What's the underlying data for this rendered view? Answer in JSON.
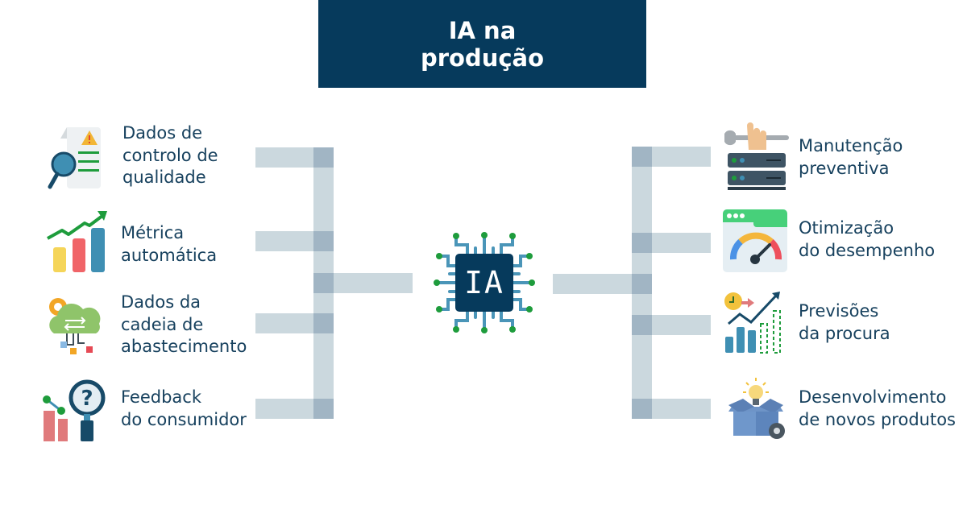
{
  "title": {
    "line1": "IA na",
    "line2": "produção"
  },
  "center": {
    "label": "IA",
    "icon": "ai-chip-icon"
  },
  "colors": {
    "title_bg": "#063a5c",
    "connector": "#cbd8de",
    "connector_joint": "#a1b5c4",
    "text": "#17415e",
    "chip_body": "#063a5c",
    "chip_traces": "#4a95b8",
    "chip_nodes": "#1e9c3c"
  },
  "left_items": [
    {
      "icon": "quality-control-document-icon",
      "lines": [
        "Dados de",
        "controlo de",
        "qualidade"
      ]
    },
    {
      "icon": "growth-bar-chart-icon",
      "lines": [
        "Métrica",
        "automática"
      ]
    },
    {
      "icon": "supply-chain-cloud-icon",
      "lines": [
        "Dados da",
        "cadeia de",
        "abastecimento"
      ]
    },
    {
      "icon": "consumer-feedback-magnifier-icon",
      "lines": [
        "Feedback",
        "do consumidor"
      ]
    }
  ],
  "right_items": [
    {
      "icon": "server-maintenance-wrench-icon",
      "lines": [
        "Manutenção",
        "preventiva"
      ]
    },
    {
      "icon": "performance-gauge-icon",
      "lines": [
        "Otimização",
        "do desempenho"
      ]
    },
    {
      "icon": "demand-forecast-chart-icon",
      "lines": [
        "Previsões",
        "da procura"
      ]
    },
    {
      "icon": "new-product-box-lightbulb-icon",
      "lines": [
        "Desenvolvimento",
        "de novos produtos"
      ]
    }
  ]
}
